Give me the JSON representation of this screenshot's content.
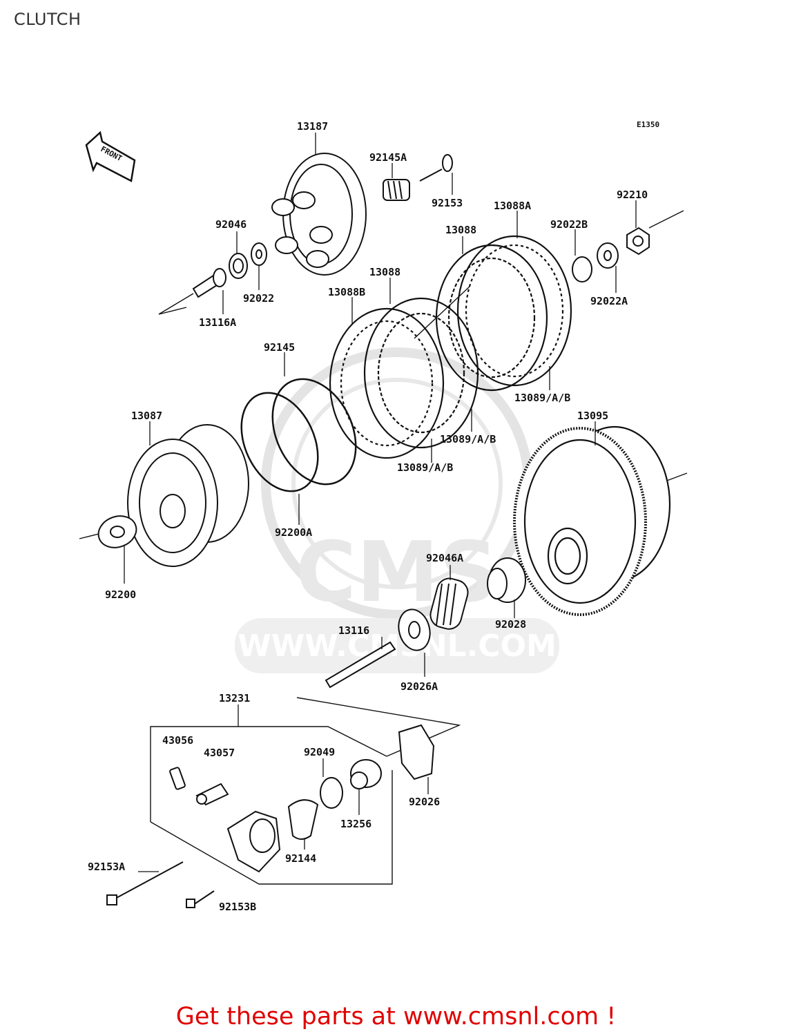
{
  "title": "CLUTCH",
  "diagram_code": "E1350",
  "front_arrow_label": "FRONT",
  "watermark": {
    "brand": "CMS",
    "url": "WWW.CMSNL.COM"
  },
  "footer": "Get these parts at www.cmsnl.com !",
  "part_labels": {
    "p13187": "13187",
    "p92145A": "92145A",
    "p92153": "92153",
    "p92210": "92210",
    "p13088A": "13088A",
    "p13088_top": "13088",
    "p92022B": "92022B",
    "p92046": "92046",
    "p92022": "92022",
    "p13088_mid": "13088",
    "p13088B": "13088B",
    "p92022A": "92022A",
    "p13116A": "13116A",
    "p92145": "92145",
    "p13089_right": "13089/A/B",
    "p13087": "13087",
    "p13095": "13095",
    "p13089_center": "13089/A/B",
    "p13089_lower": "13089/A/B",
    "p92200A": "92200A",
    "p92046A": "92046A",
    "p92200": "92200",
    "p92028": "92028",
    "p13116": "13116",
    "p92026A": "92026A",
    "p13231": "13231",
    "p43056": "43056",
    "p43057": "43057",
    "p92049": "92049",
    "p92026": "92026",
    "p13256": "13256",
    "p92144": "92144",
    "p92153A": "92153A",
    "p92153B": "92153B"
  }
}
